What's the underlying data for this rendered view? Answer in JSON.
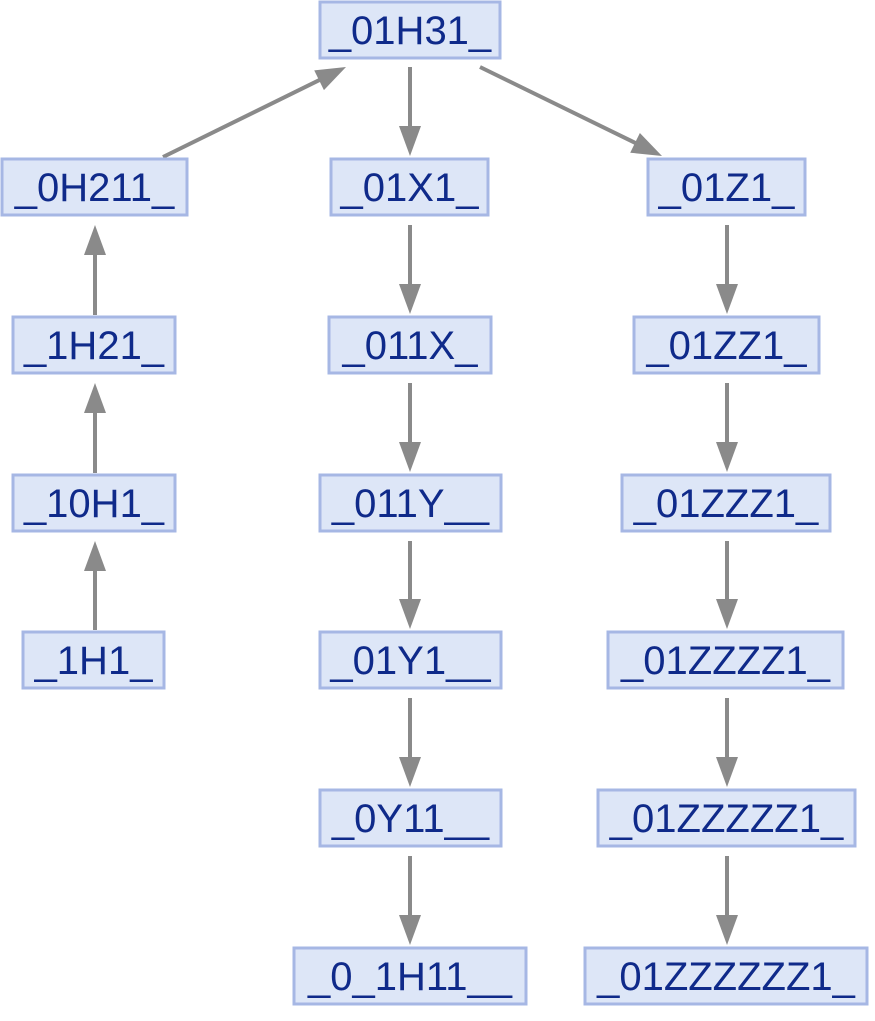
{
  "colors": {
    "node_fill": "#dde6f7",
    "node_border": "#a6b7e4",
    "node_text": "#0f2a8a",
    "edge": "#8a8a8a"
  },
  "nodes": [
    {
      "id": "n01H31",
      "label": "_01H31_"
    },
    {
      "id": "n0H211",
      "label": "_0H211_"
    },
    {
      "id": "n1H21",
      "label": "_1H21_"
    },
    {
      "id": "n10H1",
      "label": "_10H1_"
    },
    {
      "id": "n1H1",
      "label": "_1H1_"
    },
    {
      "id": "n01X1",
      "label": "_01X1_"
    },
    {
      "id": "n011X",
      "label": "_011X_"
    },
    {
      "id": "n011Y",
      "label": "_011Y__"
    },
    {
      "id": "n01Y1",
      "label": "_01Y1__"
    },
    {
      "id": "n0Y11",
      "label": "_0Y11__"
    },
    {
      "id": "n0_1H11",
      "label": "_0_1H11__"
    },
    {
      "id": "n01Z1",
      "label": "_01Z1_"
    },
    {
      "id": "n01ZZ1",
      "label": "_01ZZ1_"
    },
    {
      "id": "n01ZZZ1",
      "label": "_01ZZZ1_"
    },
    {
      "id": "n01ZZZZ1",
      "label": "_01ZZZZ1_"
    },
    {
      "id": "n01ZZZZZ1",
      "label": "_01ZZZZZ1_"
    },
    {
      "id": "n01ZZZZZZ1",
      "label": "_01ZZZZZZ1_"
    }
  ],
  "edges": [
    {
      "from": "n0H211",
      "to": "n01H31"
    },
    {
      "from": "n01H31",
      "to": "n01X1"
    },
    {
      "from": "n01H31",
      "to": "n01Z1"
    },
    {
      "from": "n1H21",
      "to": "n0H211"
    },
    {
      "from": "n10H1",
      "to": "n1H21"
    },
    {
      "from": "n1H1",
      "to": "n10H1"
    },
    {
      "from": "n01X1",
      "to": "n011X"
    },
    {
      "from": "n011X",
      "to": "n011Y"
    },
    {
      "from": "n011Y",
      "to": "n01Y1"
    },
    {
      "from": "n01Y1",
      "to": "n0Y11"
    },
    {
      "from": "n0Y11",
      "to": "n0_1H11"
    },
    {
      "from": "n01Z1",
      "to": "n01ZZ1"
    },
    {
      "from": "n01ZZ1",
      "to": "n01ZZZ1"
    },
    {
      "from": "n01ZZZ1",
      "to": "n01ZZZZ1"
    },
    {
      "from": "n01ZZZZ1",
      "to": "n01ZZZZZ1"
    },
    {
      "from": "n01ZZZZZ1",
      "to": "n01ZZZZZZ1"
    }
  ]
}
